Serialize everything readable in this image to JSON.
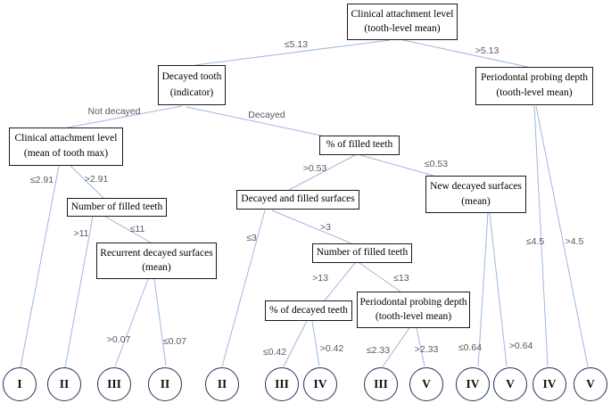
{
  "figure": {
    "type": "decision-tree"
  },
  "colors": {
    "background": "#ffffff",
    "edge_line": "#9db8dd",
    "box_border": "#1a1a1a",
    "box_text": "#000000",
    "leaf_border": "#24355e",
    "leaf_text": "#111111",
    "edge_label_text": "#595959"
  },
  "tree": {
    "nodes": {
      "root": {
        "line1": "Clinical attachment level",
        "line2": "(tooth-level mean)"
      },
      "decayed_tooth": {
        "line1": "Decayed tooth",
        "line2": "(indicator)"
      },
      "ppd_right": {
        "line1": "Periodontal probing depth",
        "line2": "(tooth-level mean)"
      },
      "cal_tooth_max": {
        "line1": "Clinical attachment level",
        "line2": "(mean of tooth max)"
      },
      "pct_filled_teeth": {
        "line1": "% of filled teeth"
      },
      "new_decayed_surfaces": {
        "line1": "New decayed surfaces",
        "line2": "(mean)"
      },
      "num_filled_teeth_left": {
        "line1": "Number of filled teeth"
      },
      "decayed_filled_surfaces": {
        "line1": "Decayed and filled surfaces"
      },
      "recurrent_decayed_surfaces": {
        "line1": "Recurrent decayed surfaces",
        "line2": "(mean)"
      },
      "num_filled_teeth_right": {
        "line1": "Number of filled teeth"
      },
      "pct_decayed_teeth": {
        "line1": "% of decayed teeth"
      },
      "ppd_bottom": {
        "line1": "Periodontal probing depth",
        "line2": "(tooth-level mean)"
      }
    },
    "edge_labels": {
      "le_513": "≤5.13",
      "gt_513": ">5.13",
      "not_decayed": "Not decayed",
      "decayed": "Decayed",
      "le_291": "≤2.91",
      "gt_291": ">2.91",
      "gt_053": ">0.53",
      "le_053": "≤0.53",
      "gt_11": ">11",
      "le_11": "≤11",
      "le_3": "≤3",
      "gt_3": ">3",
      "gt_007": ">0.07",
      "le_007": "≤0.07",
      "gt_13": ">13",
      "le_13": "≤13",
      "le_042": "≤0.42",
      "gt_042": ">0.42",
      "le_233": "≤2.33",
      "gt_233": ">2.33",
      "le_064": "≤0.64",
      "gt_064": ">0.64",
      "le_45": "≤4.5",
      "gt_45": ">4.5"
    },
    "leaves": [
      "I",
      "II",
      "III",
      "II",
      "II",
      "III",
      "IV",
      "III",
      "V",
      "IV",
      "V",
      "IV",
      "V"
    ]
  }
}
